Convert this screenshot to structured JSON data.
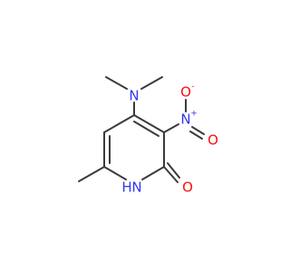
{
  "molecule": {
    "atoms": {
      "amine_n": "N",
      "nitro_n": "N",
      "nitro_n_charge": "+",
      "nitro_o_top": "O",
      "nitro_o_top_charge": "-",
      "nitro_o_right": "O",
      "ring_nh": "H",
      "ring_n": "N",
      "carbonyl_o": "O"
    },
    "colors": {
      "bond": "#3a3a3a",
      "nitrogen": "#2f38f0",
      "oxygen": "#ff0d0d",
      "background": "#ffffff"
    }
  }
}
